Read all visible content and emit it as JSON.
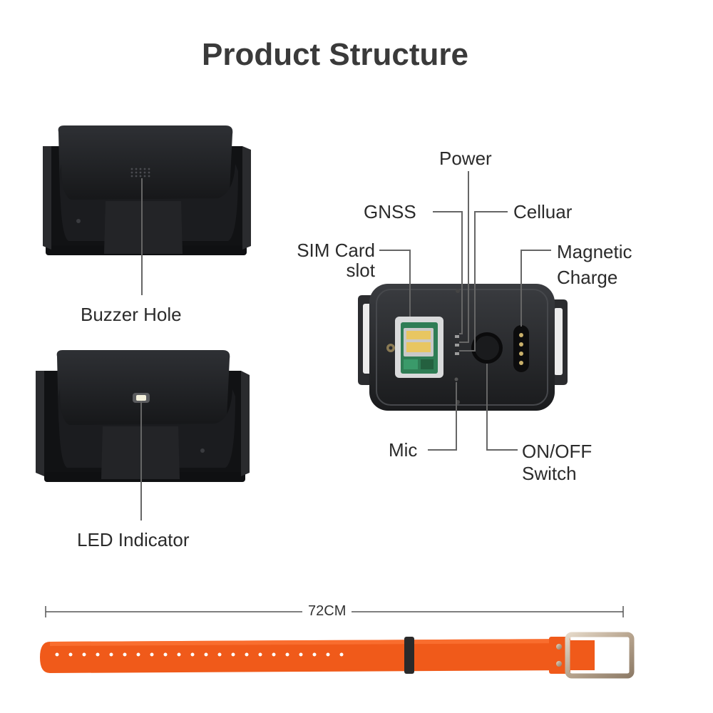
{
  "title": "Product Structure",
  "labels": {
    "buzzer_hole": "Buzzer Hole",
    "led_indicator": "LED Indicator",
    "power": "Power",
    "gnss": "GNSS",
    "celluar": "Celluar",
    "sim_card_line1": "SIM Card",
    "sim_card_line2": "slot",
    "magnetic_line1": "Magnetic",
    "magnetic_line2": "Charge",
    "mic": "Mic",
    "switch_line1": "ON/OFF",
    "switch_line2": "Switch"
  },
  "strap": {
    "length": "72CM"
  },
  "colors": {
    "device_body": "#1e1f22",
    "strap": "#f05a1a",
    "pcb": "#2f7d55",
    "leader_line": "#555555",
    "title_text": "#3a3a3a"
  }
}
